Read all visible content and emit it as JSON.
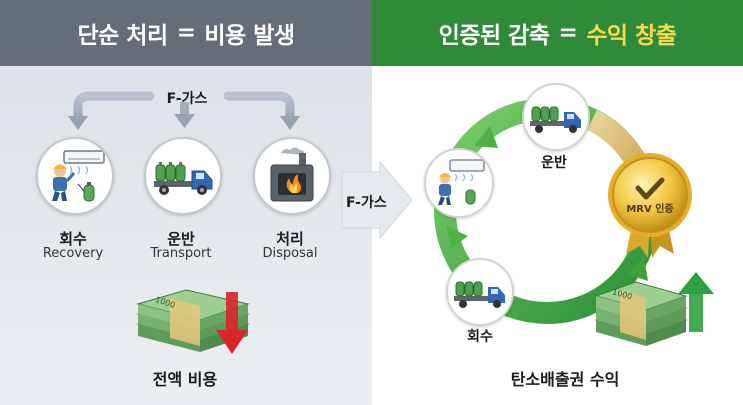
{
  "left": {
    "header": {
      "part1": "단순 처리",
      "eq": "=",
      "part2": "비용 발생"
    },
    "fgas_label": "F-가스",
    "steps": [
      {
        "korean": "회수",
        "english": "Recovery",
        "icon": "technician-aircon-icon"
      },
      {
        "korean": "운반",
        "english": "Transport",
        "icon": "gas-truck-icon"
      },
      {
        "korean": "처리",
        "english": "Disposal",
        "icon": "incinerator-icon"
      }
    ],
    "money_note": "1000",
    "caption": "전액 비용",
    "arrow_color": "#d8262b"
  },
  "middle": {
    "fgas_label": "F-가스"
  },
  "right": {
    "header": {
      "part1": "인증된 감축",
      "eq": "=",
      "part2": "수익 창출"
    },
    "cycle_nodes": {
      "transport": "운반",
      "recovery": "회수"
    },
    "badge": {
      "text": "MRV 인증",
      "icon": "check-icon"
    },
    "money_note": "1000",
    "caption": "탄소배출권 수익",
    "arrow_color": "#2ea043"
  },
  "colors": {
    "left_header": "#646d78",
    "right_header": "#2f8a3a",
    "accent_gold": "#ffd84a",
    "cycle_green": "#35a33f"
  }
}
